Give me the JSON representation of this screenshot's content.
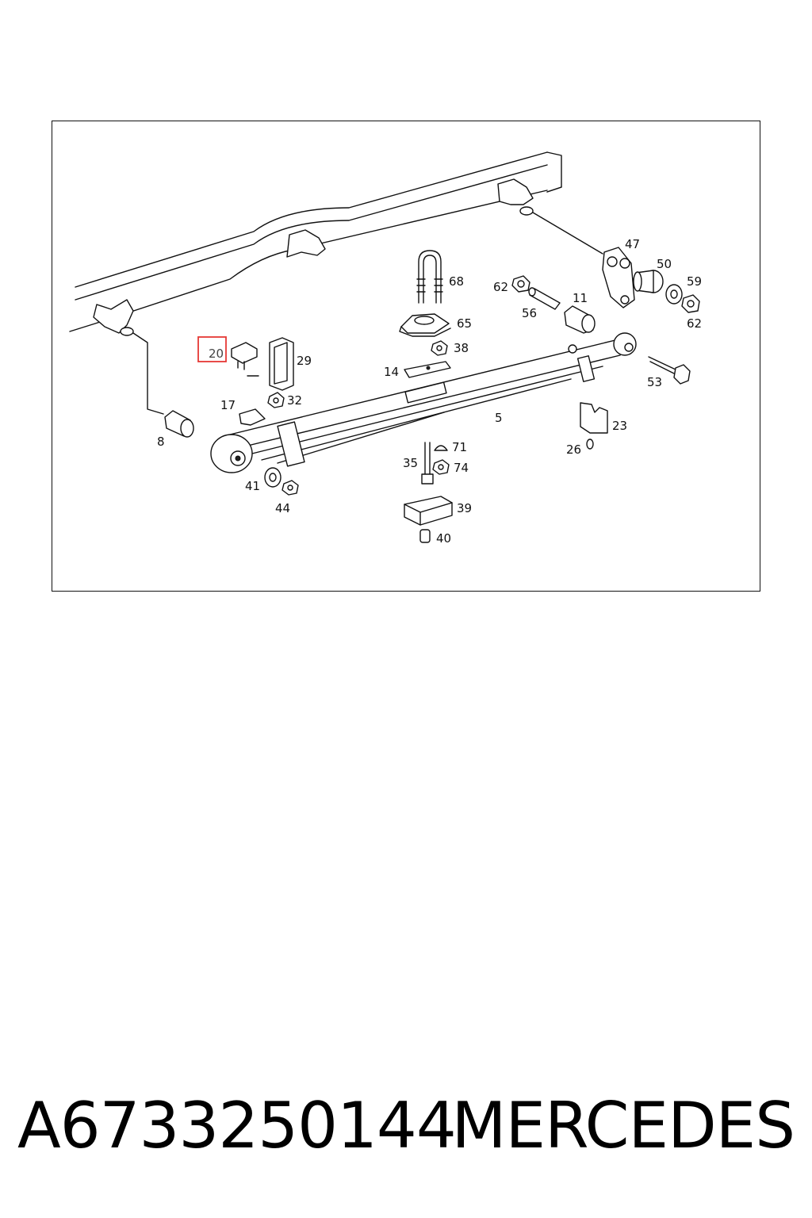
{
  "diagram": {
    "highlighted_callout": "20",
    "highlight_color": "#e53935",
    "callouts": [
      "47",
      "50",
      "59",
      "62",
      "62",
      "68",
      "56",
      "11",
      "65",
      "38",
      "14",
      "53",
      "5",
      "29",
      "32",
      "17",
      "8",
      "23",
      "26",
      "71",
      "35",
      "74",
      "41",
      "44",
      "39",
      "40"
    ]
  },
  "caption": {
    "part_number": "A6733250144",
    "brand": "MERCEDES"
  }
}
